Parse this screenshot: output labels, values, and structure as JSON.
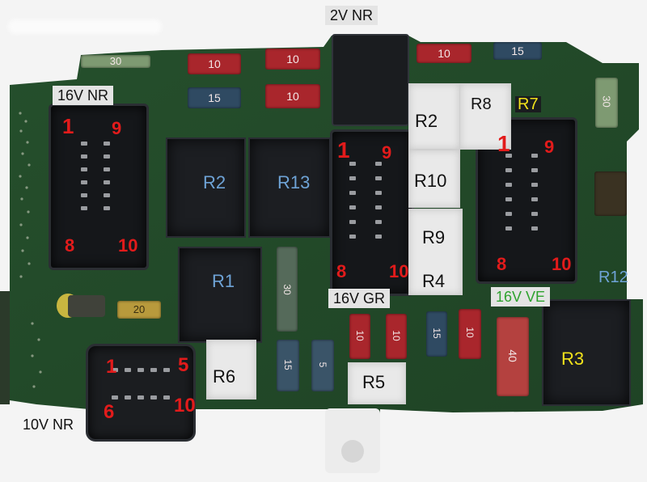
{
  "image": {
    "subject": "automotive-fuse-relay-box-pcb",
    "colors": {
      "board": "#2a5a31",
      "relay_black": "#1c1e22",
      "relay_white": "#e9e9e9",
      "fuse_red": "#a9262c",
      "fuse_blue": "#2f4a62",
      "fuse_green": "#7e9a72",
      "pin_number": "#e21b1b",
      "relay_label_blue": "#6ea3d6",
      "relay_label_yellow": "#f1e21b",
      "label_green": "#2ea22e"
    }
  },
  "connector_labels": {
    "c2v": "2V NR",
    "c16v_left": "16V NR",
    "c16v_gr": "16V GR",
    "c16v_ve": "16V VE",
    "c10v": "10V NR"
  },
  "pin_labels": {
    "left_1": "1",
    "left_9": "9",
    "left_8": "8",
    "left_10": "10",
    "mid_1": "1",
    "mid_9": "9",
    "mid_8": "8",
    "mid_10": "10",
    "right_1": "1",
    "right_9": "9",
    "right_8": "8",
    "right_10": "10",
    "small_1": "1",
    "small_5": "5",
    "small_6": "6",
    "small_10": "10"
  },
  "relay_labels": {
    "r1": "R1",
    "r2_black": "R2",
    "r13": "R13",
    "r2_white": "R2",
    "r8": "R8",
    "r7": "R7",
    "r10": "R10",
    "r9": "R9",
    "r4": "R4",
    "r12": "R12",
    "r3": "R3",
    "r5": "R5",
    "r6": "R6"
  },
  "fuse_values": {
    "f_top_green": "30",
    "f_top_red1": "10",
    "f_top_blue1": "15",
    "f_top_red2": "10",
    "f_top_red3": "10",
    "f_top_red4": "10",
    "f_top_blue2": "15",
    "f_right_green": "30",
    "f_mid_green": "30",
    "f_left_yellow": "20",
    "f_bot_blue1": "15",
    "f_bot_blue2": "5",
    "f_bot_red1": "10",
    "f_bot_red2": "10",
    "f_bot_blue3": "15",
    "f_bot_red3": "10",
    "f_bot_maxi": "40"
  }
}
